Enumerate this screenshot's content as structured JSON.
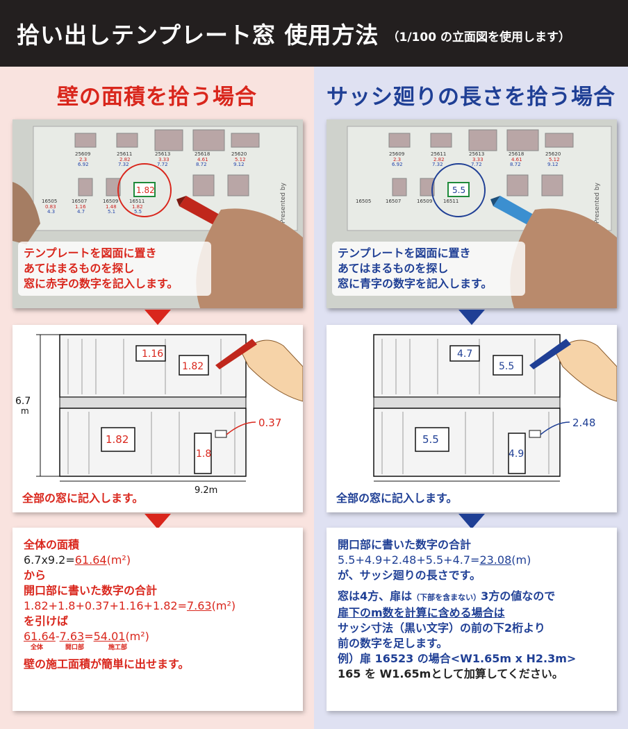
{
  "header": {
    "title": "拾い出しテンプレート窓 使用方法",
    "subtitle": "（1/100 の立面図を使用します）"
  },
  "left": {
    "title": "壁の面積を拾う場合",
    "photo": {
      "caption_lines": [
        "テンプレートを図面に置き",
        "あてはまるものを探し",
        "窓に赤字の数字を記入します。"
      ],
      "codes": [
        "25609",
        "25611",
        "25613",
        "25618",
        "25620",
        "16505",
        "16507",
        "16509",
        "16511"
      ],
      "values_top": [
        "2.3",
        "2.82",
        "3.33",
        "4.61",
        "5.12"
      ],
      "values_top2": [
        "6.92",
        "7.32",
        "7.72",
        "8.72",
        "9.12"
      ],
      "values_bottom": [
        "0.83",
        "1.16",
        "1.48",
        "1.82"
      ],
      "values_bottom2": [
        "4.3",
        "4.7",
        "5.1",
        "5.5"
      ],
      "highlight": "1.82",
      "watermark": "Presented by"
    },
    "drawing": {
      "labels": [
        "1.16",
        "1.82",
        "1.82",
        "1.8",
        "0.37"
      ],
      "height_label": "6.7",
      "height_unit": "m",
      "width_label": "9.2m",
      "caption": "全部の窓に記入します。"
    },
    "calc": {
      "l1": "全体の面積",
      "l2a": "6.7x9.2=",
      "l2b": "61.64",
      "l2c": "(m²)",
      "l3": "から",
      "l4": "開口部に書いた数字の合計",
      "l5a": "1.82+1.8+0.37+1.16+1.82=",
      "l5b": "7.63",
      "l5c": "(m²)",
      "l6": "を引けば",
      "l7a": "61.64",
      "l7b": "-",
      "l7c": "7.63",
      "l7d": "=",
      "l7e": "54.01",
      "l7f": "(m²)",
      "sub1": "全体",
      "sub2": "開口部",
      "sub3": "施工部",
      "l8": "壁の施工面積が簡単に出せます。"
    }
  },
  "right": {
    "title": "サッシ廻りの長さを拾う場合",
    "photo": {
      "caption_lines": [
        "テンプレートを図面に置き",
        "あてはまるものを探し",
        "窓に青字の数字を記入します。"
      ],
      "highlight": "5.5"
    },
    "drawing": {
      "labels": [
        "4.7",
        "5.5",
        "5.5",
        "4.9",
        "2.48"
      ],
      "caption": "全部の窓に記入します。"
    },
    "calc": {
      "l1": "開口部に書いた数字の合計",
      "l2a": "5.5+4.9+2.48+5.5+4.7=",
      "l2b": "23.08",
      "l2c": "(m)",
      "l3": "が、サッシ廻りの長さです。",
      "l4a": "窓は4方、扉は",
      "l4b": "（下部を含まない）",
      "l4c": "3方の値なので",
      "l5": "扉下のm数を計算に含める場合は",
      "l6": "サッシ寸法（黒い文字）の前の下2桁より",
      "l7": "前の数字を足します。",
      "l8": "例）扉 16523 の場合<W1.65m x H2.3m>",
      "l9": "165 を W1.65mとして加算してください。"
    }
  },
  "colors": {
    "red": "#d9261c",
    "blue": "#1f3f95",
    "header_bg": "#231f1f"
  }
}
